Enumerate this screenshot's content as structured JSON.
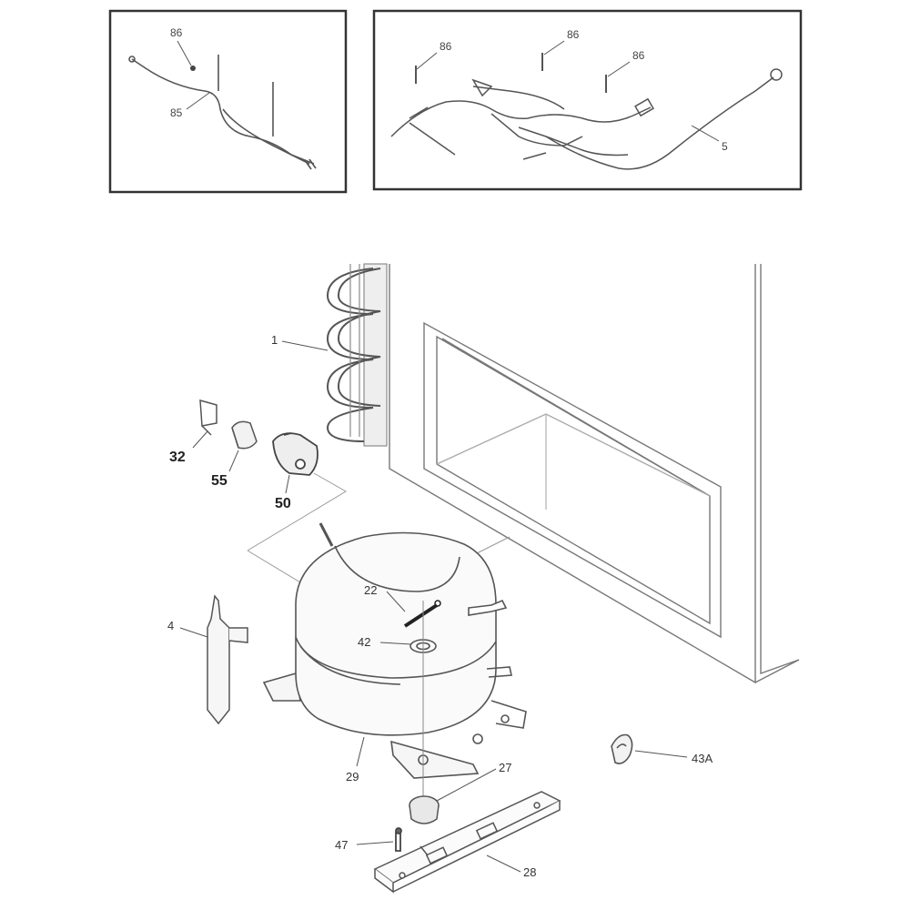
{
  "inset_left": {
    "callouts": [
      "86",
      "85"
    ]
  },
  "inset_right": {
    "callouts": [
      "86",
      "86",
      "86",
      "5"
    ]
  },
  "parts": {
    "condenser": "1",
    "bracket": "32",
    "relay": "55",
    "overload": "50",
    "drier": "4",
    "shield": "22",
    "grommet_top": "42",
    "compressor": "29",
    "grommet": "27",
    "clip": "47",
    "base": "28",
    "clamp": "43A"
  }
}
